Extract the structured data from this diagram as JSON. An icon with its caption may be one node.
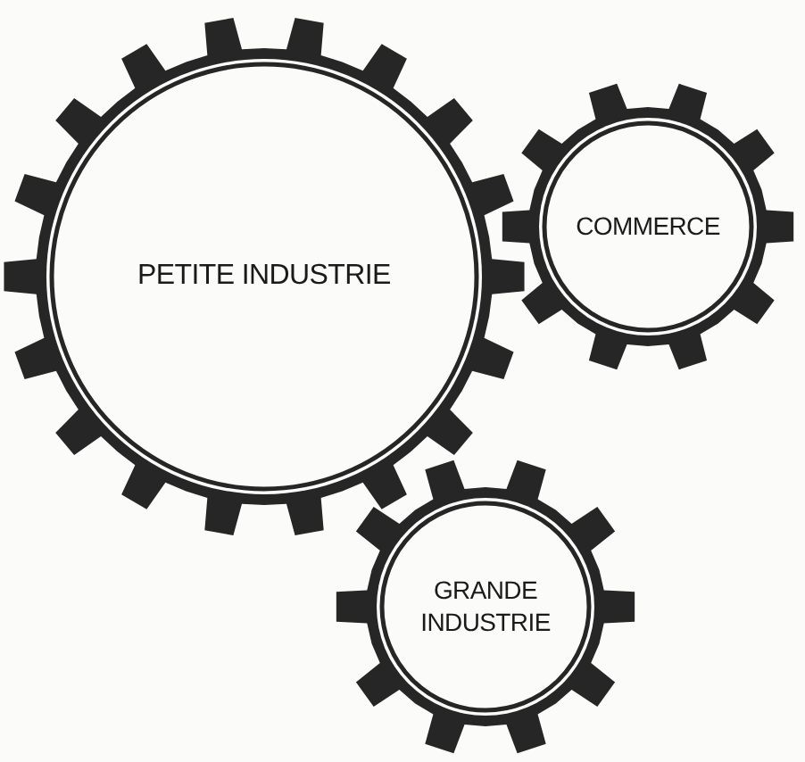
{
  "diagram": {
    "nodes": [
      {
        "text": [
          "PETITE INDUSTRIE"
        ]
      },
      {
        "text": [
          "COMMERCE"
        ]
      },
      {
        "text": [
          "GRANDE INDUSTRIE"
        ]
      }
    ]
  }
}
